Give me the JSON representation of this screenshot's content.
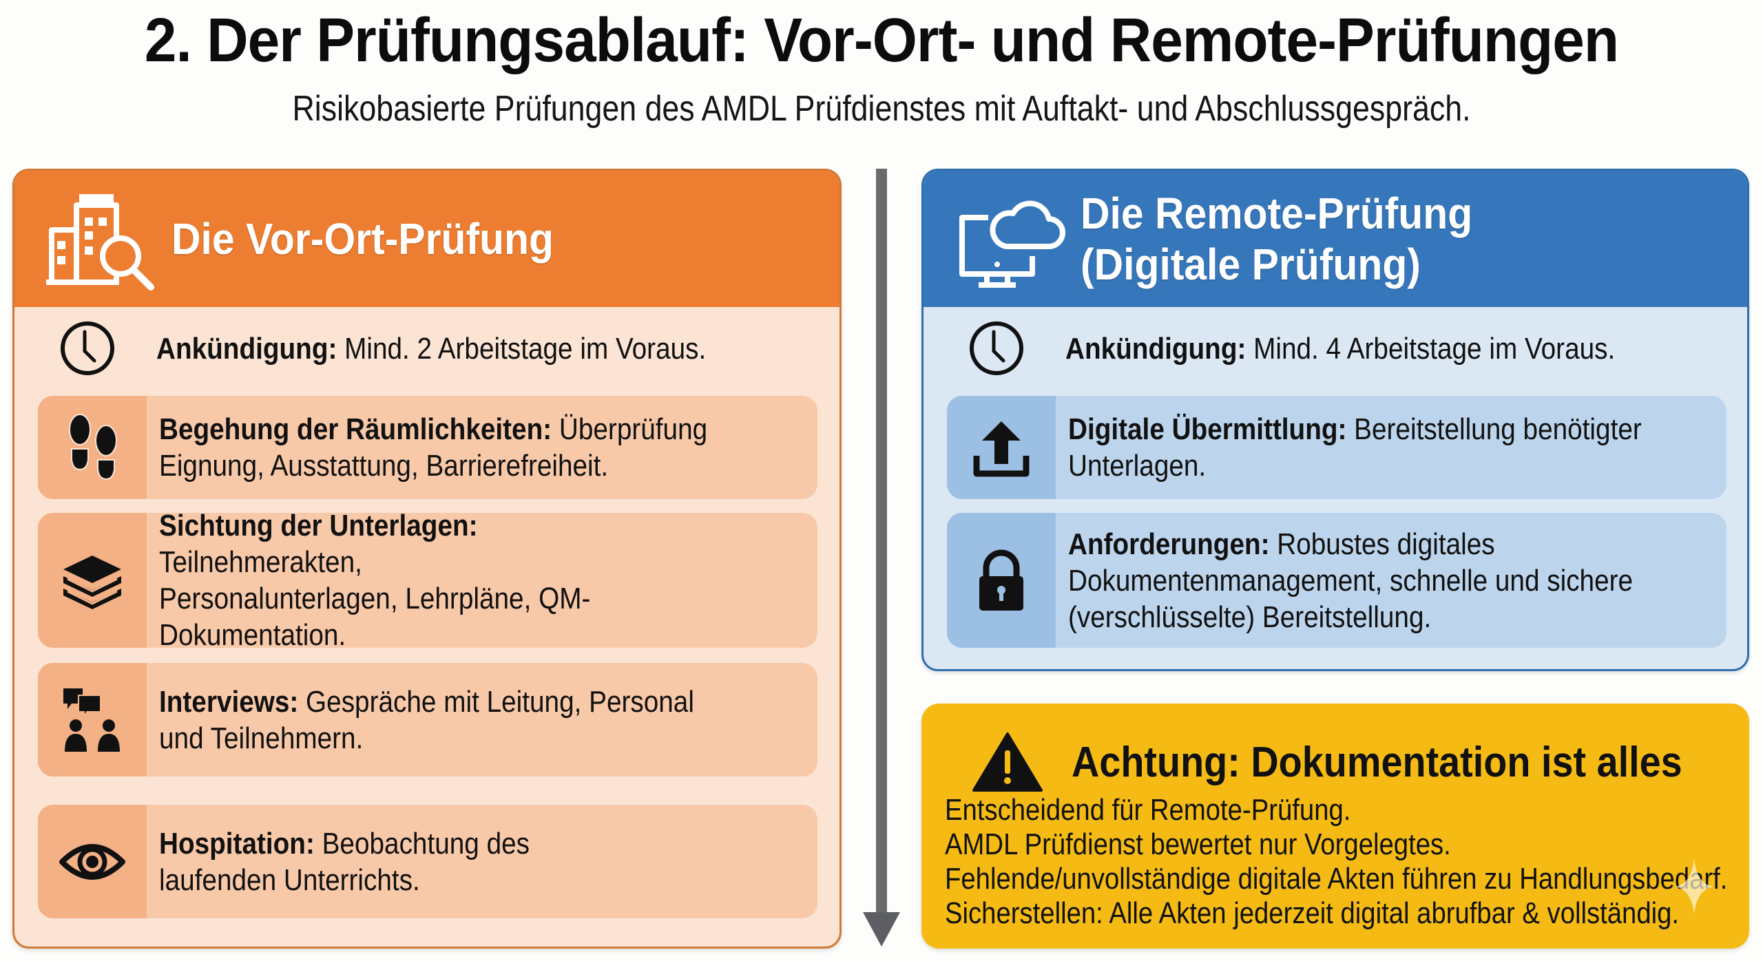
{
  "header": {
    "title": "2. Der Prüfungsablauf: Vor-Ort- und Remote-Prüfungen",
    "subtitle": "Risikobasierte Prüfungen des AMDL Prüfdienstes mit Auftakt- und Abschlussgespräch."
  },
  "onsite": {
    "title": "Die Vor-Ort-Prüfung",
    "icon": "building-search-icon",
    "color": "#ec7d31",
    "announcement": {
      "icon": "clock-icon",
      "label": "Ankündigung:",
      "text": " Mind. 2 Arbeitstage im Voraus."
    },
    "items": [
      {
        "icon": "footprints-icon",
        "label": "Begehung der Räumlichkeiten:",
        "text": " Überprüfung Eignung, Ausstattung, Barrierefreiheit."
      },
      {
        "icon": "document-stack-icon",
        "label": "Sichtung der Unterlagen:",
        "text": " Teilnehmerakten, Personalunterlagen, Lehrpläne, QM-Dokumentation."
      },
      {
        "icon": "interview-people-icon",
        "label": "Interviews:",
        "text": " Gespräche mit Leitung, Personal und Teilnehmern."
      },
      {
        "icon": "eye-icon",
        "label": "Hospitation:",
        "text": " Beobachtung des laufenden Unterrichts."
      }
    ]
  },
  "remote": {
    "title_line1": "Die Remote-Prüfung",
    "title_line2": "(Digitale Prüfung)",
    "icon": "monitor-cloud-icon",
    "color": "#3677bb",
    "announcement": {
      "icon": "clock-icon",
      "label": "Ankündigung:",
      "text": " Mind. 4 Arbeitstage im Voraus."
    },
    "items": [
      {
        "icon": "upload-icon",
        "label": "Digitale Übermittlung:",
        "text": " Bereitstellung benötigter Unterlagen."
      },
      {
        "icon": "lock-icon",
        "label": "Anforderungen:",
        "text": " Robustes digitales Dokumentenmanagement, schnelle und sichere (verschlüsselte) Bereitstellung."
      }
    ]
  },
  "warning": {
    "icon": "warning-triangle-icon",
    "title": "Achtung: Dokumentation ist alles",
    "color": "#f5bb14",
    "lines": [
      "Entscheidend für Remote-Prüfung.",
      "AMDL Prüfdienst bewertet nur Vorgelegtes.",
      "Fehlende/unvollständige digitale Akten führen zu Handlungsbedarf.",
      "Sicherstellen: Alle Akten jederzeit digital abrufbar & vollständig."
    ]
  },
  "divider": {
    "icon": "arrow-down-icon"
  }
}
